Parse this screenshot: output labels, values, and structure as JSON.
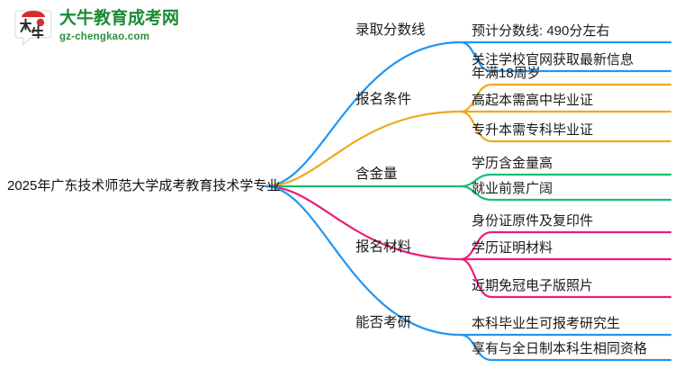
{
  "logo": {
    "mark_name": "da-niu-speech-bubble-logo",
    "title": "大牛教育成考网",
    "subtitle": "gz-chengkao.com",
    "title_color": "#1a8a33",
    "mark_red": "#d92b2b",
    "mark_dark": "#2e2e2e"
  },
  "mindmap": {
    "root": {
      "label": "2025年广东技术师范大学成考教育技术学专业"
    },
    "branches": [
      {
        "label": "录取分数线",
        "color": "#2196f3",
        "children": [
          {
            "label": "预计分数线: 490分左右"
          },
          {
            "label": "关注学校官网获取最新信息"
          }
        ]
      },
      {
        "label": "报名条件",
        "color": "#f0a81e",
        "children": [
          {
            "label": "年满18周岁"
          },
          {
            "label": "高起本需高中毕业证"
          },
          {
            "label": "专升本需专科毕业证"
          }
        ]
      },
      {
        "label": "含金量",
        "color": "#16bf72",
        "children": [
          {
            "label": "学历含金量高"
          },
          {
            "label": "就业前景广阔"
          }
        ]
      },
      {
        "label": "报名材料",
        "color": "#ec1e79",
        "children": [
          {
            "label": "身份证原件及复印件"
          },
          {
            "label": "学历证明材料"
          },
          {
            "label": "近期免冠电子版照片"
          }
        ]
      },
      {
        "label": "能否考研",
        "color": "#2196f3",
        "children": [
          {
            "label": "本科毕业生可报考研究生"
          },
          {
            "label": "享有与全日制本科生相同资格"
          }
        ]
      }
    ]
  }
}
